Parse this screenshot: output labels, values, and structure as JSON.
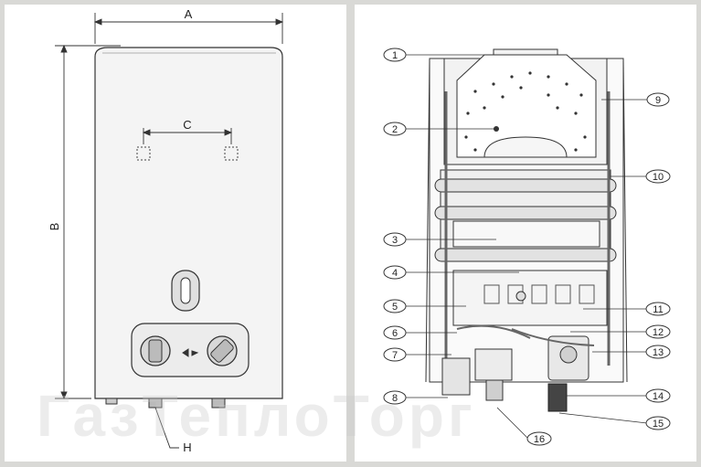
{
  "dimensions": {
    "width": "A",
    "height": "B",
    "mount_spacing": "C",
    "connection": "H"
  },
  "callouts": [
    "1",
    "2",
    "3",
    "4",
    "5",
    "6",
    "7",
    "8",
    "9",
    "10",
    "11",
    "12",
    "13",
    "14",
    "15",
    "16"
  ],
  "watermark": "ГазТеплоТорг",
  "colors": {
    "background": "#d9d9d6",
    "panel": "#ffffff",
    "line": "#333333"
  }
}
